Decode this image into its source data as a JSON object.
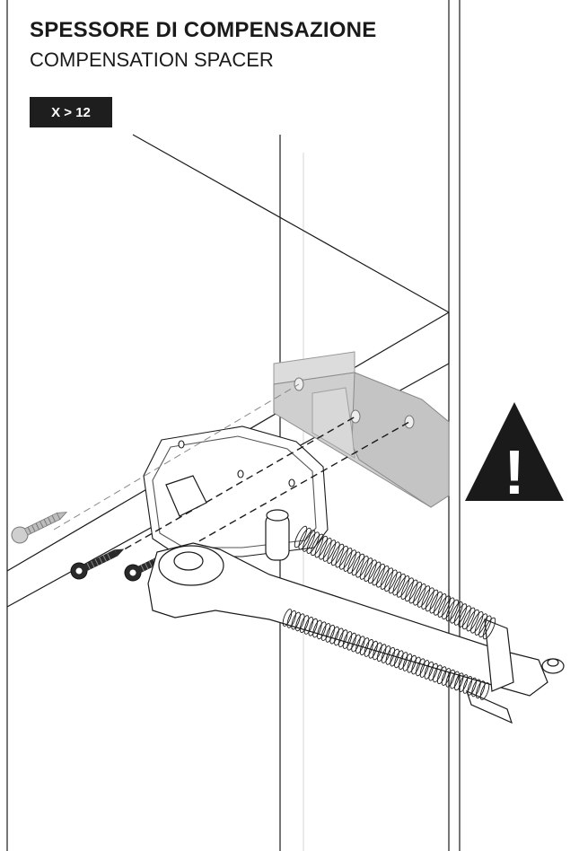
{
  "header": {
    "title": "SPESSORE DI COMPENSAZIONE",
    "subtitle": "COMPENSATION SPACER"
  },
  "condition_badge": {
    "label": "X > 12"
  },
  "warning": {
    "symbol": "!",
    "icon": "warning-triangle-icon"
  },
  "colors": {
    "ink": "#1a1a1a",
    "spacer_fill": "#d0d0d0",
    "badge_bg": "#1e1e1e"
  }
}
